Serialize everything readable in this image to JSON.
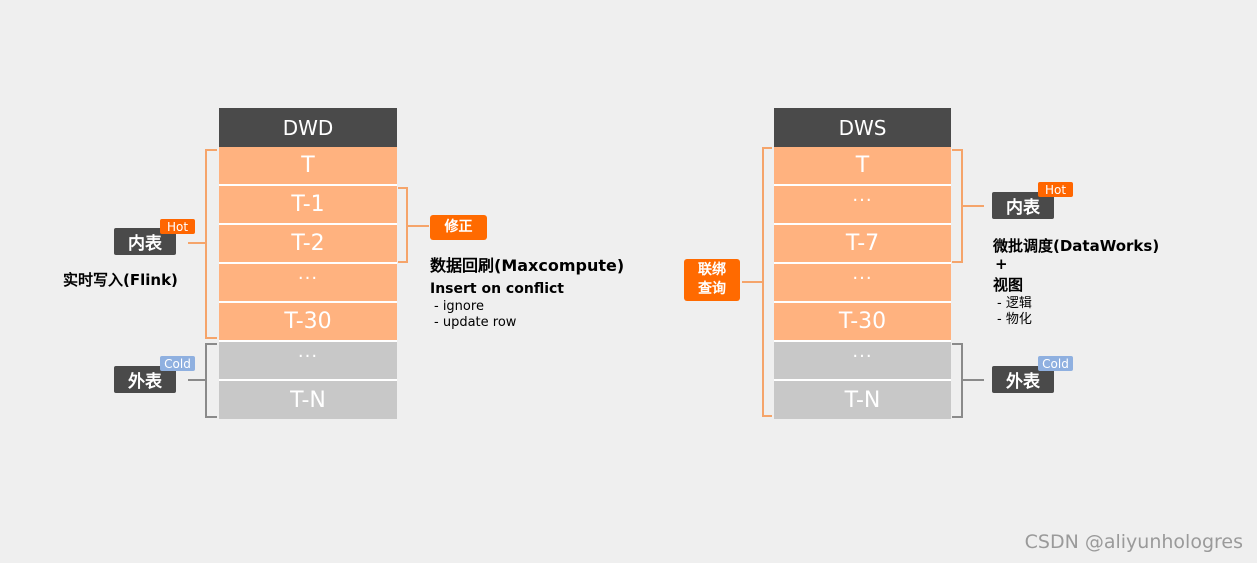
{
  "left": {
    "header": "DWD",
    "rows": [
      "T",
      "T-1",
      "T-2",
      "···",
      "T-30",
      "···",
      "T-N"
    ],
    "inner_label": "内表",
    "hot_badge": "Hot",
    "outer_label": "外表",
    "cold_badge": "Cold",
    "write_note": "实时写入(Flink)",
    "fix_tag": "修正",
    "backfill_note": "数据回刷(Maxcompute)",
    "conflict_title": "Insert on conflict",
    "conflict_items": [
      "- ignore",
      "- update row"
    ]
  },
  "right": {
    "header": "DWS",
    "rows": [
      "T",
      "···",
      "T-7",
      "···",
      "T-30",
      "···",
      "T-N"
    ],
    "federated_tag_line1": "联绑",
    "federated_tag_line2": "查询",
    "inner_label": "内表",
    "hot_badge": "Hot",
    "outer_label": "外表",
    "cold_badge": "Cold",
    "schedule_note": "微批调度(DataWorks)",
    "plus": "+",
    "view_title": "视图",
    "view_items": [
      "- 逻辑",
      "- 物化"
    ]
  },
  "watermark": "CSDN @aliyunhologres",
  "colors": {
    "hot_cell": "#ffb27f",
    "cold_cell": "#c8c8c8",
    "header": "#4a4a4a",
    "accent_orange": "#ff6a00",
    "bracket_orange": "#f5a46a",
    "bracket_gray": "#8a8a8a",
    "cold_badge": "#8fb0e0"
  }
}
